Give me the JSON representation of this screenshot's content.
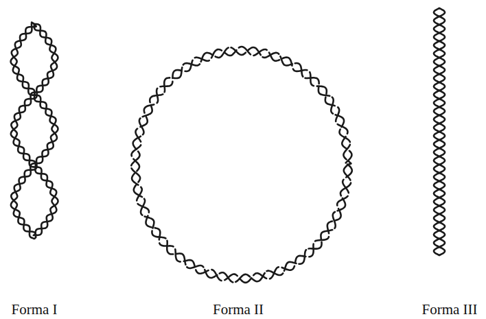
{
  "diagram": {
    "labels": [
      "Forma I",
      "Forma II",
      "Forma III"
    ]
  }
}
